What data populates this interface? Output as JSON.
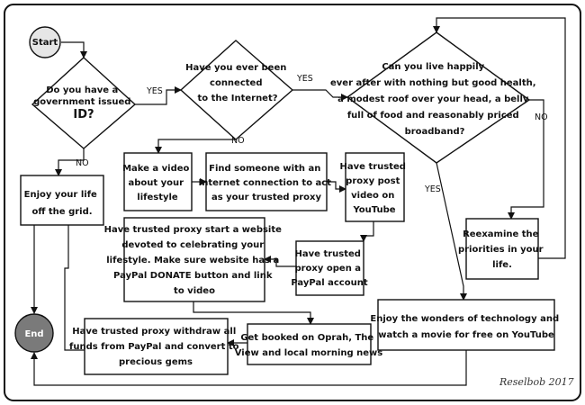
{
  "nodes": {
    "start": {
      "label": "Start",
      "fill": "#e6e6e6"
    },
    "id_q": {
      "lines": [
        "Do you have a",
        "government issued",
        "ID?"
      ]
    },
    "internet_q": {
      "lines": [
        "Have you ever been",
        "connected",
        "to the Internet?"
      ]
    },
    "happy_q": {
      "lines": [
        "Can you live happily",
        "ever after with nothing but good health,",
        "a modest roof over your head, a belly",
        "full of food and reasonably priced",
        "broadband?"
      ]
    },
    "offgrid": {
      "lines": [
        "Enjoy your life",
        "off the grid."
      ]
    },
    "make_video": {
      "lines": [
        "Make a video",
        "about your",
        "lifestyle"
      ]
    },
    "find_proxy": {
      "lines": [
        "Find someone with an",
        "Internet connection to act",
        "as your trusted proxy"
      ]
    },
    "proxy_post": {
      "lines": [
        "Have trusted",
        "proxy post",
        "video on",
        "YouTube"
      ]
    },
    "proxy_website": {
      "lines": [
        "Have trusted proxy start a website",
        "devoted to celebrating your",
        "lifestyle. Make sure website has a",
        "PayPal DONATE button and link",
        "to video"
      ]
    },
    "proxy_paypal": {
      "lines": [
        "Have trusted",
        "proxy open a",
        "PayPal account"
      ]
    },
    "reexamine": {
      "lines": [
        "Reexamine the",
        "priorities in your",
        "life."
      ]
    },
    "oprah": {
      "lines": [
        "Get booked on Oprah, The",
        "View and local morning news"
      ]
    },
    "withdraw": {
      "lines": [
        "Have trusted proxy withdraw all",
        "funds from PayPal and convert to",
        "precious gems"
      ]
    },
    "enjoy_tech": {
      "lines": [
        "Enjoy the wonders of technology and",
        "watch a movie for free on YouTube"
      ]
    },
    "end": {
      "label": "End",
      "fill": "#7a7a7a"
    }
  },
  "edge_labels": {
    "yes_id": "YES",
    "no_id": "NO",
    "yes_internet": "YES",
    "no_internet": "NO",
    "yes_happy": "YES",
    "no_happy": "NO"
  },
  "signature": "Reselbob 2017"
}
